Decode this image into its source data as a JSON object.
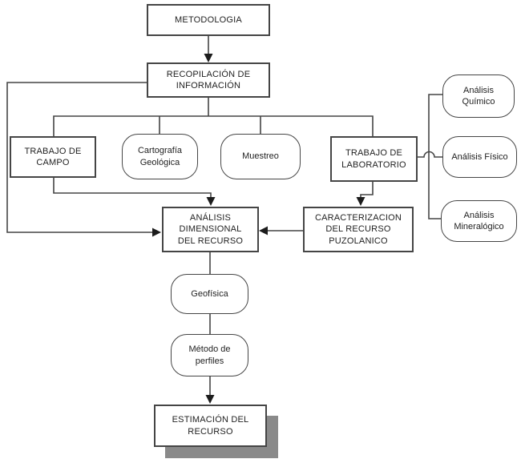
{
  "colors": {
    "line": "#454545",
    "arrow": "#1c1c1c",
    "text": "#1f1f1f",
    "shadow": "#8a8a8a",
    "bg": "#ffffff"
  },
  "diagram": {
    "nodes": {
      "metodologia": {
        "label": "METODOLOGIA",
        "shape": "rect"
      },
      "recopilacion": {
        "label": "RECOPILACIÓN DE\nINFORMACIÓN",
        "shape": "rect"
      },
      "trabajo_campo": {
        "label": "TRABAJO DE\nCAMPO",
        "shape": "rect"
      },
      "cartografia": {
        "label": "Cartografía\nGeológica",
        "shape": "rounded"
      },
      "muestreo": {
        "label": "Muestreo",
        "shape": "rounded"
      },
      "laboratorio": {
        "label": "TRABAJO DE\nLABORATORIO",
        "shape": "rect"
      },
      "quimico": {
        "label": "Análisis\nQuímico",
        "shape": "rounded"
      },
      "fisico": {
        "label": "Análisis Físico",
        "shape": "rounded"
      },
      "mineralogico": {
        "label": "Análisis\nMineralógico",
        "shape": "rounded"
      },
      "analisis_dim": {
        "label": "ANÁLISIS\nDIMENSIONAL\nDEL RECURSO",
        "shape": "rect"
      },
      "caracterizacion": {
        "label": "CARACTERIZACION\nDEL RECURSO\nPUZOLANICO",
        "shape": "rect"
      },
      "geofisica": {
        "label": "Geofísica",
        "shape": "rounded"
      },
      "metodo_perfiles": {
        "label": "Método de\nperfiles",
        "shape": "rounded"
      },
      "estimacion": {
        "label": "ESTIMACIÓN DEL\nRECURSO",
        "shape": "rect-shadow"
      }
    },
    "edges": [
      {
        "from": "metodologia",
        "to": "recopilacion",
        "arrow": true
      },
      {
        "from": "recopilacion",
        "to": "trabajo_campo",
        "arrow": false
      },
      {
        "from": "recopilacion",
        "to": "cartografia",
        "arrow": false
      },
      {
        "from": "recopilacion",
        "to": "muestreo",
        "arrow": false
      },
      {
        "from": "recopilacion",
        "to": "laboratorio",
        "arrow": false
      },
      {
        "from": "recopilacion",
        "to": "analisis_dim",
        "arrow": true,
        "route": "far-left"
      },
      {
        "from": "trabajo_campo",
        "to": "analisis_dim",
        "arrow": true
      },
      {
        "from": "laboratorio",
        "to": "caracterizacion",
        "arrow": true
      },
      {
        "from": "laboratorio",
        "to": "fisico",
        "arrow": false,
        "note": "crosses side bus with hop"
      },
      {
        "from": "laboratorio",
        "to": "quimico",
        "arrow": false,
        "route": "side-bus"
      },
      {
        "from": "laboratorio",
        "to": "mineralogico",
        "arrow": false,
        "route": "side-bus"
      },
      {
        "from": "caracterizacion",
        "to": "analisis_dim",
        "arrow": true
      },
      {
        "from": "analisis_dim",
        "to": "geofisica",
        "arrow": false
      },
      {
        "from": "geofisica",
        "to": "metodo_perfiles",
        "arrow": false
      },
      {
        "from": "metodo_perfiles",
        "to": "estimacion",
        "arrow": true
      }
    ]
  }
}
